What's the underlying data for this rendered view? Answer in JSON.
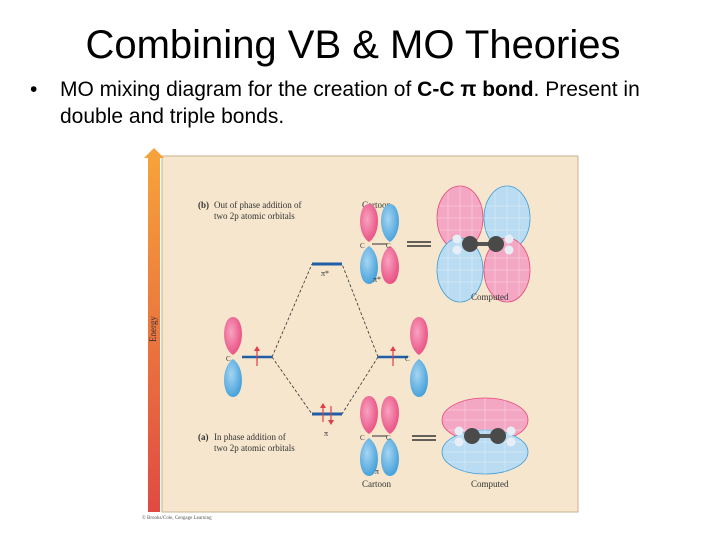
{
  "slide": {
    "title": "Combining VB & MO Theories",
    "bullet": {
      "marker": "•",
      "text_before": "MO mixing diagram for the creation of ",
      "bold_part": "C-C π bond",
      "text_after": ". Present in double and triple bonds."
    }
  },
  "figure": {
    "energy_axis_label": "Energy",
    "panel_b": {
      "tag": "(b)",
      "caption_line1": "Out of phase addition of",
      "caption_line2": "two 2p atomic orbitals",
      "cartoon_label": "Cartoon",
      "computed_label": "Computed",
      "orbital_symbol": "π*"
    },
    "panel_a": {
      "tag": "(a)",
      "caption_line1": "In phase addition of",
      "caption_line2": "two 2p atomic orbitals",
      "cartoon_label": "Cartoon",
      "computed_label": "Computed",
      "orbital_symbol": "π"
    },
    "atom_label": "C",
    "credit": "© Brooks/Cole, Cengage Learning"
  },
  "colors": {
    "panel_background": "#f5e6cd",
    "lobe_pink": "#e8457a",
    "lobe_blue": "#3b9bd8",
    "energy_level": "#1f5fa8",
    "arrow": "#e23c45"
  }
}
